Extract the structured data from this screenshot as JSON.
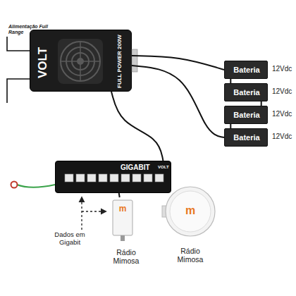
{
  "diagram": {
    "nodes": [
      {
        "text": [
          "VOLT",
          "FULL POWER 200W"
        ]
      },
      {
        "text": [
          "Bateria"
        ]
      },
      {
        "text": [
          "Bateria"
        ]
      },
      {
        "text": [
          "Bateria"
        ]
      },
      {
        "text": [
          "Bateria"
        ]
      },
      {
        "text": [
          "GIGABIT",
          "VOLT"
        ]
      },
      {
        "text": [
          "m",
          "Rádio Mimosa"
        ]
      },
      {
        "text": [
          "m",
          "Rádio Mimosa"
        ]
      }
    ],
    "edges": [
      {
        "from": 0,
        "to": 1,
        "arrow": "none"
      },
      {
        "from": 0,
        "to": 4,
        "arrow": "none"
      },
      {
        "from": 1,
        "to": 2,
        "arrow": "none"
      },
      {
        "from": 2,
        "to": 3,
        "arrow": "none"
      },
      {
        "from": 3,
        "to": 4,
        "arrow": "none"
      },
      {
        "from": 0,
        "to": 5,
        "arrow": "none"
      },
      {
        "from": 5,
        "to": 6,
        "arrow": "none"
      }
    ],
    "labels": [
      "Alimentação Full Range",
      "12Vdc",
      "12Vdc",
      "12Vdc",
      "12Vdc",
      "Dados em Gigabit"
    ]
  }
}
